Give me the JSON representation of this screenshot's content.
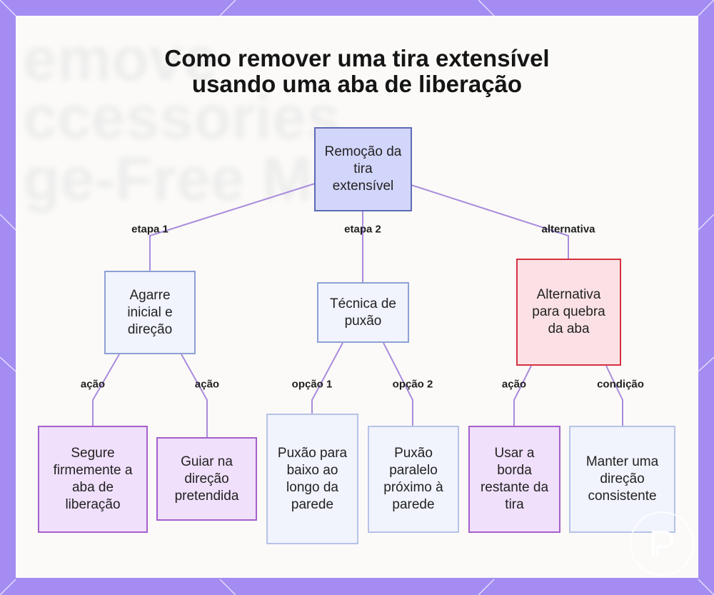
{
  "title_lines": [
    "Como remover uma tira extensível",
    "usando uma aba de liberação"
  ],
  "background_text": [
    "emove",
    "ccessories",
    "ge-Free Met"
  ],
  "colors": {
    "frame": "#a48cf3",
    "edge": "#a98bdd",
    "root_fill": "#d3d6fb",
    "alt_fill": "#fbe1e5",
    "alt_border": "#d5313f",
    "leaf_purple_fill": "#f0e0fb"
  },
  "nodes": {
    "root": "Remoção da tira extensível",
    "grip": "Agarre inicial e direção",
    "technique": "Técnica de puxão",
    "alternative": "Alternativa para quebra da aba",
    "hold": "Segure firmemente a aba de liberação",
    "guide": "Guiar na direção pretendida",
    "pull_down": "Puxão para baixo ao longo da parede",
    "pull_parallel": "Puxão paralelo próximo à parede",
    "use_edge": "Usar a borda restante da tira",
    "keep_direction": "Manter uma direção consistente"
  },
  "edge_labels": {
    "step1": "etapa 1",
    "step2": "etapa 2",
    "alternative": "alternativa",
    "action_hold": "ação",
    "action_guide": "ação",
    "option1": "opção 1",
    "option2": "opção 2",
    "action_edge": "ação",
    "condition": "condição"
  },
  "logo_icon": "brand-logo-icon"
}
